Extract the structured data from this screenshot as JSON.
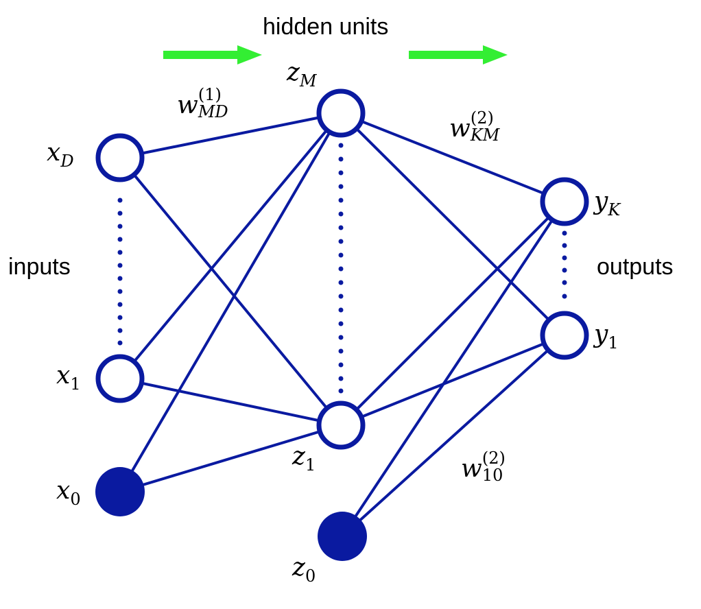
{
  "labels": {
    "hidden": "hidden units",
    "inputs": "inputs",
    "outputs": "outputs"
  },
  "nodes": {
    "x_D": {
      "base": "x",
      "sub": "D"
    },
    "x_1": {
      "base": "x",
      "sub": "1"
    },
    "x_0": {
      "base": "x",
      "sub": "0"
    },
    "z_M": {
      "base": "z",
      "sub": "M"
    },
    "z_1": {
      "base": "z",
      "sub": "1"
    },
    "z_0": {
      "base": "z",
      "sub": "0"
    },
    "y_K": {
      "base": "y",
      "sub": "K"
    },
    "y_1": {
      "base": "y",
      "sub": "1"
    }
  },
  "weights": {
    "w1_MD": {
      "base": "w",
      "sup": "(1)",
      "sub": "MD"
    },
    "w2_KM": {
      "base": "w",
      "sup": "(2)",
      "sub": "KM"
    },
    "w2_10": {
      "base": "w",
      "sup": "(2)",
      "sub": "10"
    }
  },
  "colors": {
    "network": "#0a1aa0",
    "arrow": "#33ee33",
    "text": "#000000"
  }
}
